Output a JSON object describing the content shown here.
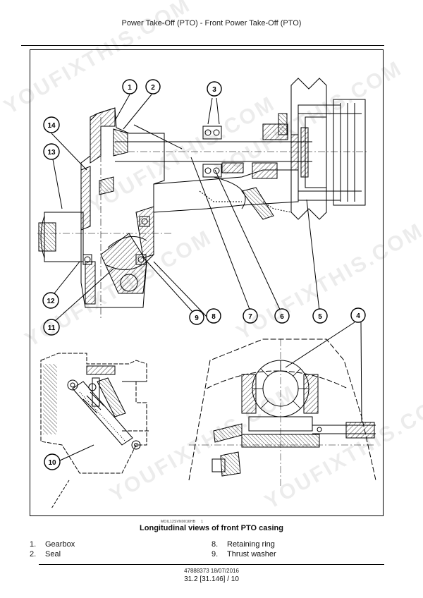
{
  "header": {
    "title": "Power Take-Off (PTO) - Front Power Take-Off (PTO)"
  },
  "figure": {
    "code": "MOIL12SVN0016HB",
    "code_number": "1",
    "caption": "Longitudinal views of front PTO casing",
    "callouts": [
      "1",
      "2",
      "3",
      "4",
      "5",
      "6",
      "7",
      "8",
      "9",
      "10",
      "11",
      "12",
      "13",
      "14"
    ]
  },
  "legend": [
    {
      "num": "1.",
      "label": "Gearbox"
    },
    {
      "num": "2.",
      "label": "Seal"
    },
    {
      "num": "8.",
      "label": "Retaining ring"
    },
    {
      "num": "9.",
      "label": "Thrust washer"
    }
  ],
  "footer": {
    "doc": "47888373 18/07/2016",
    "page": "31.2 [31.146] / 10"
  },
  "watermark": {
    "text": "YOUFIXTHIS.COM"
  }
}
